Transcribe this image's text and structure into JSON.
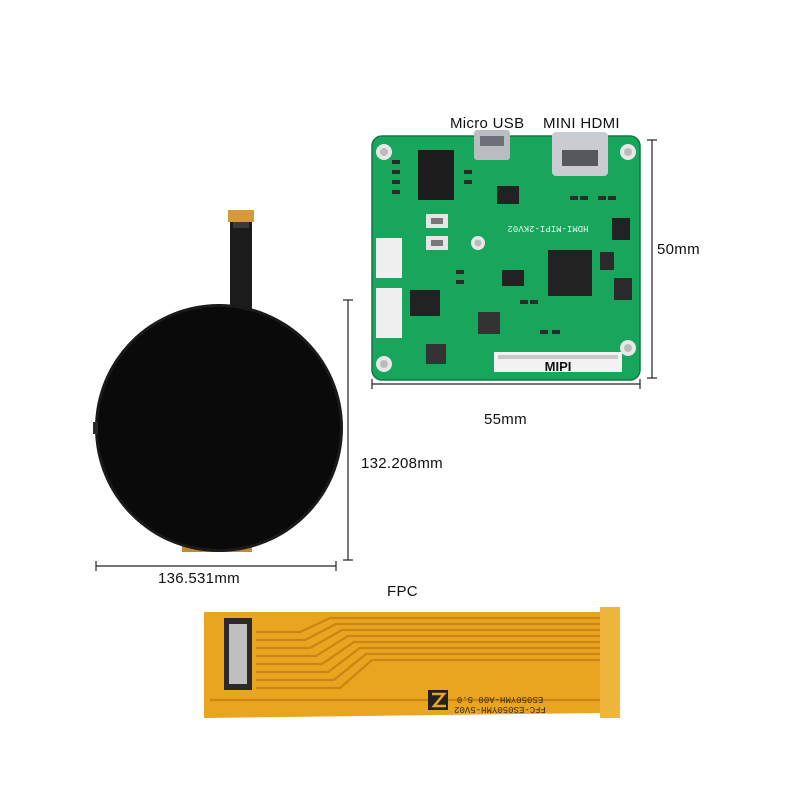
{
  "labels": {
    "micro_usb": "Micro  USB",
    "mini_hdmi": "MINI HDMI",
    "height_board": "50mm",
    "width_board": "55mm",
    "height_display": "132.208mm",
    "width_display": "136.531mm",
    "fpc": "FPC",
    "mipi": "MIPI",
    "board_silk": "HDMI-MIPI-2KV02",
    "fpc_silk_1": "ES050YMH-A00 S.0",
    "fpc_silk_2": "FFC-ES050YMH-5V02"
  },
  "colors": {
    "pcb": "#16a05a",
    "display": "#0a0a0a",
    "fpc": "#e8a21f"
  }
}
